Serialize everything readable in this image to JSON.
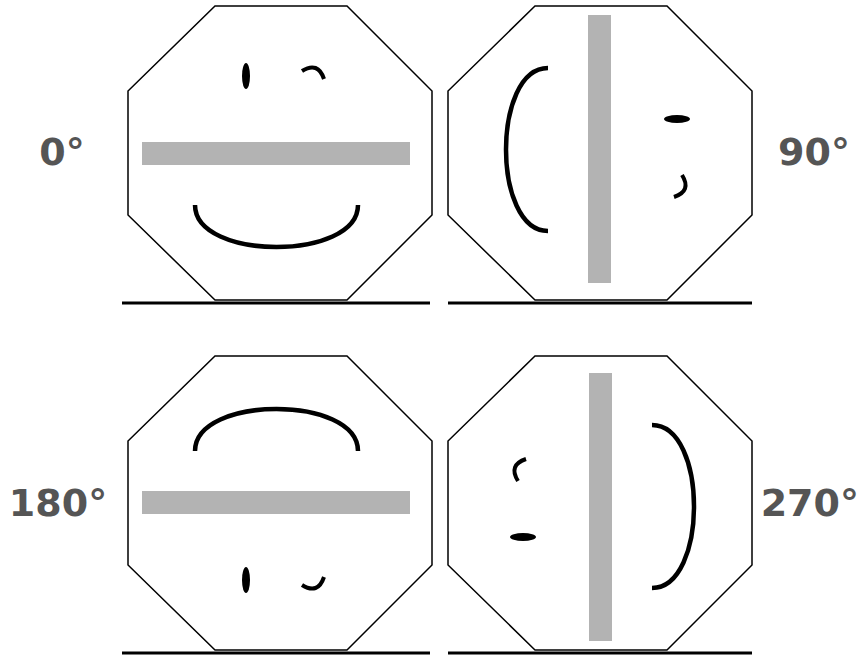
{
  "diagram": {
    "labels": [
      "0°",
      "90°",
      "180°",
      "270°"
    ]
  }
}
